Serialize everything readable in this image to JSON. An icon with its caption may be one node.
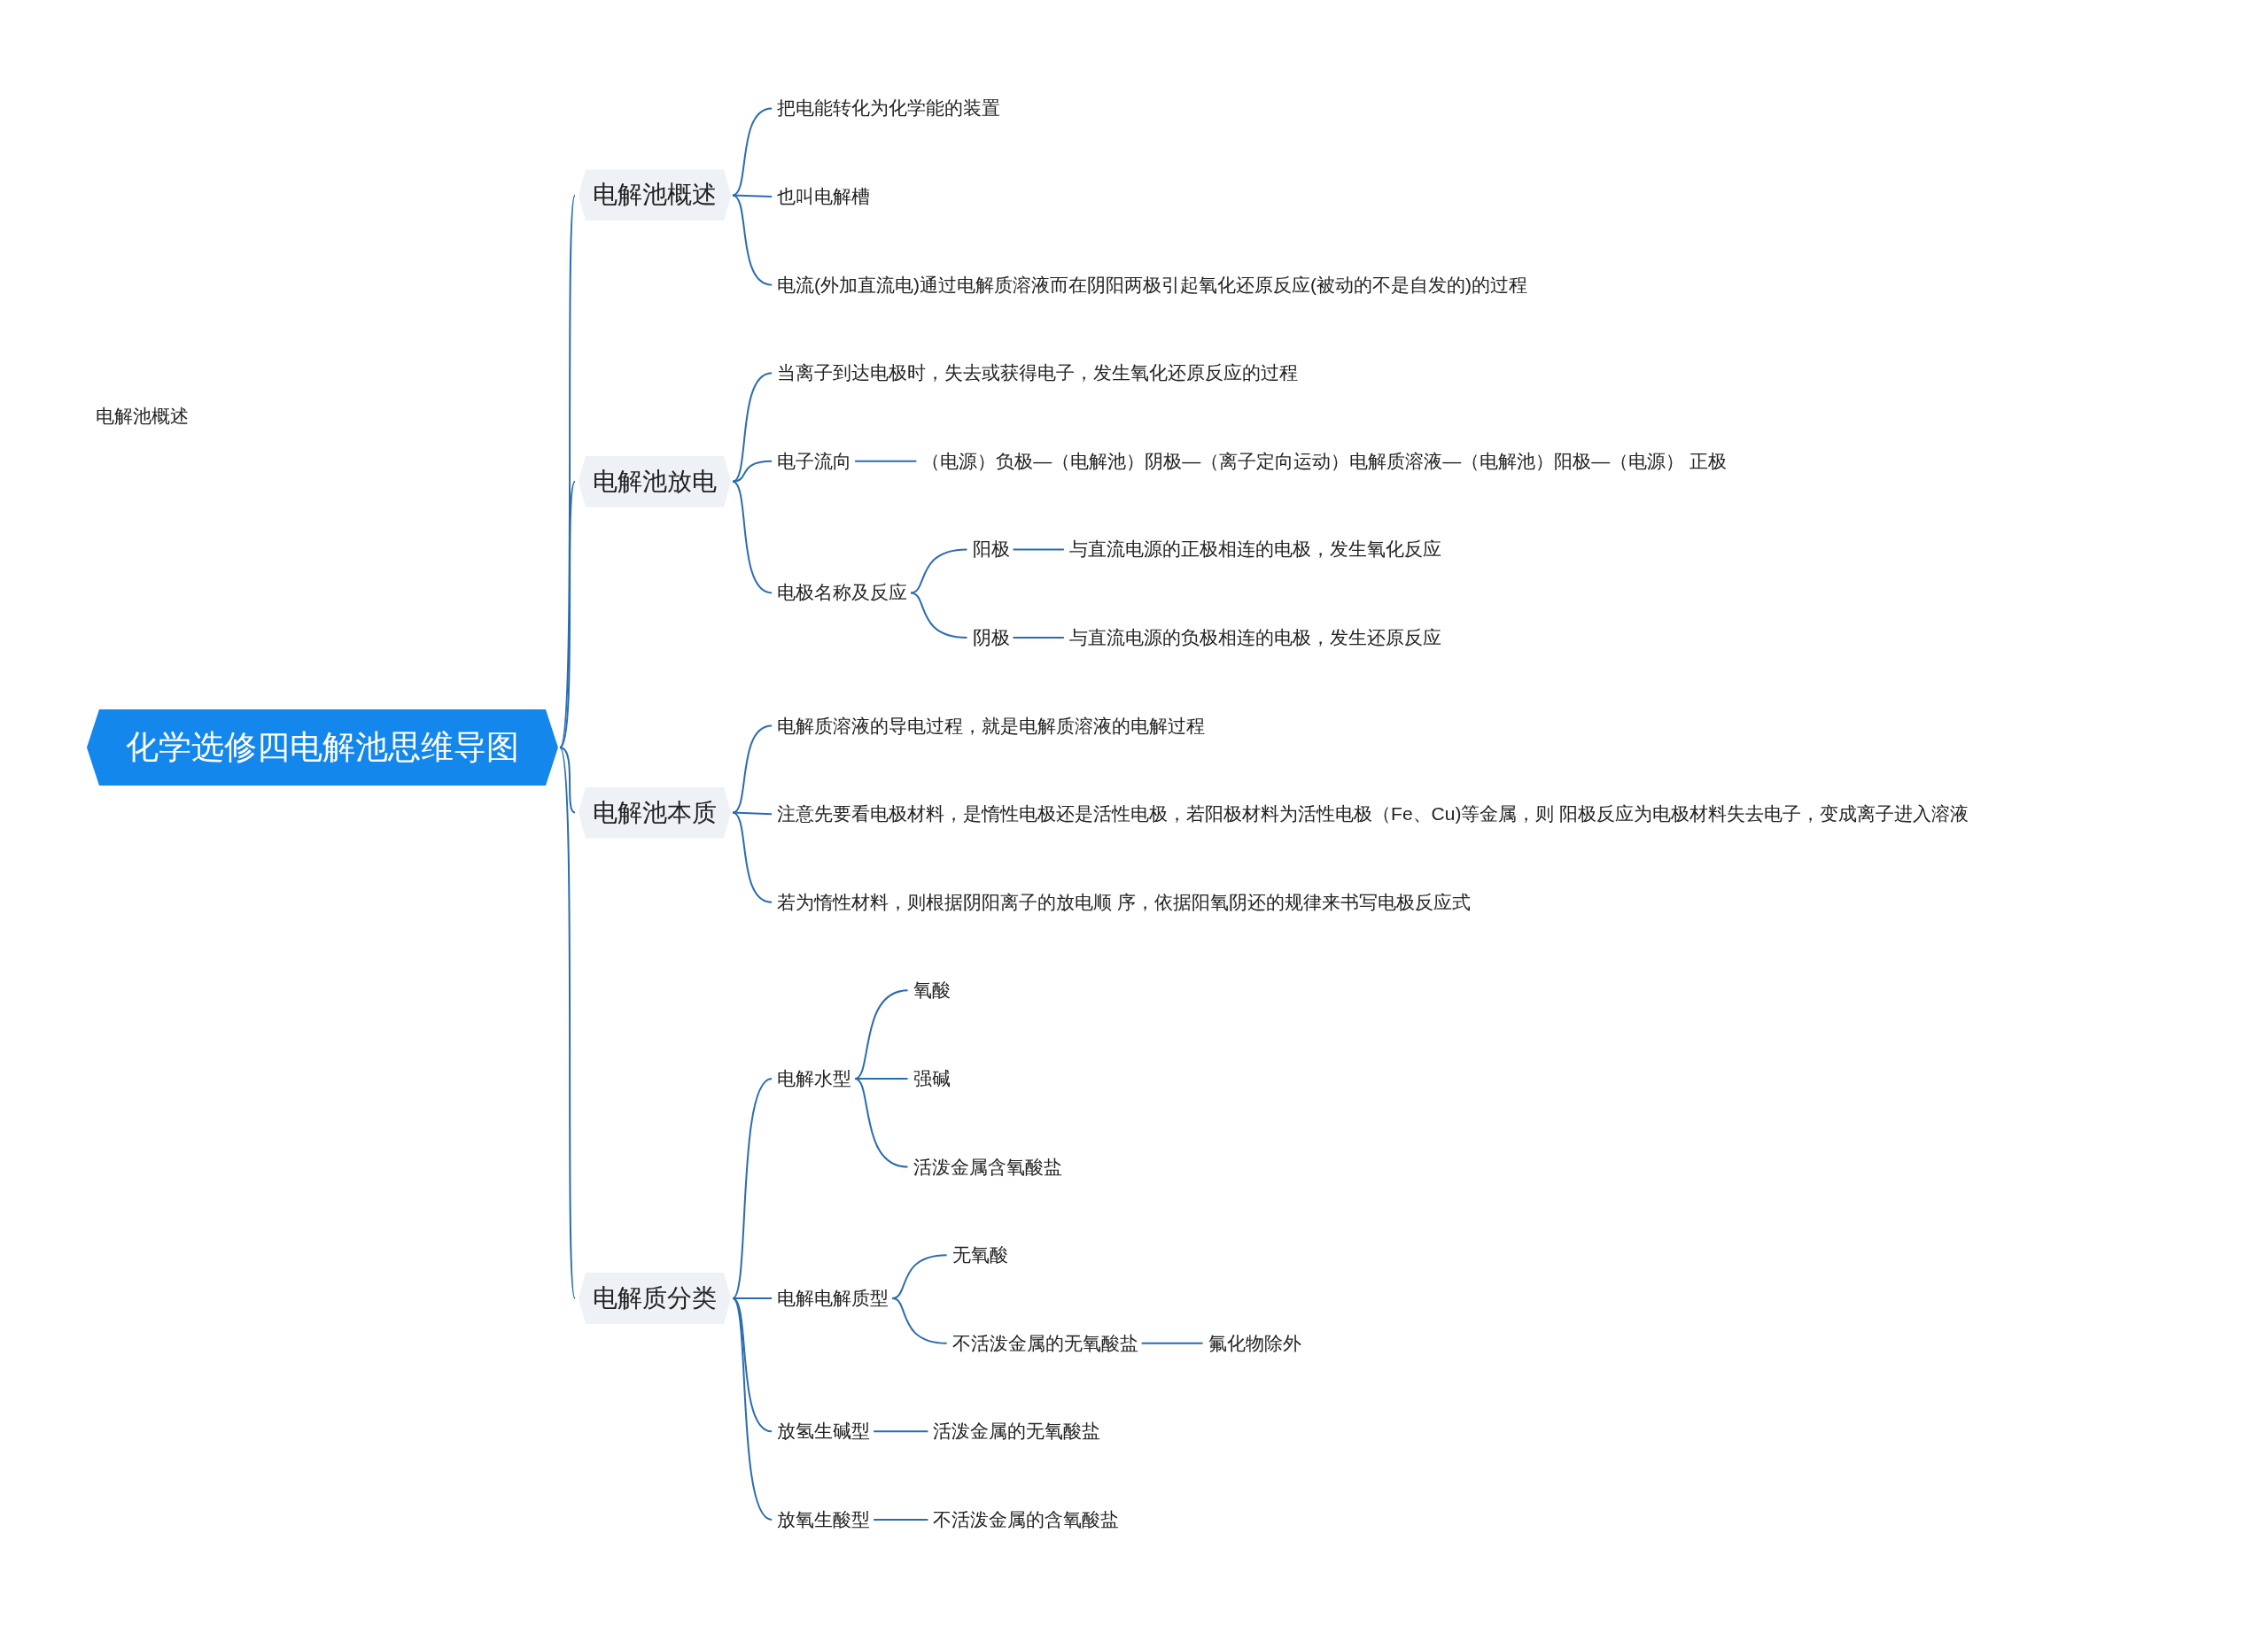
{
  "diagram": {
    "nodes": [
      {
        "text": [
          "化学选修四电解池思维导图"
        ]
      },
      {
        "text": [
          "电解池概述"
        ]
      },
      {
        "text": [
          "把电能转化为化学能的装置"
        ]
      },
      {
        "text": [
          "也叫电解槽"
        ]
      },
      {
        "text": [
          "电流(外加直流电)通过电解质溶液而在阴阳两极引起氧化还原反应(被动的不是自发的)的过程"
        ]
      },
      {
        "text": [
          "电解池放电"
        ]
      },
      {
        "text": [
          "当离子到达电极时，失去或获得电子，发生氧化还原反应的过程"
        ]
      },
      {
        "text": [
          "电子流向"
        ]
      },
      {
        "text": [
          "（电源）负极—（电解池）阴极—（离子定向运动）电解质溶液—（电解池）阳极—（电源） 正极"
        ]
      },
      {
        "text": [
          "电极名称及反应"
        ]
      },
      {
        "text": [
          "阳极"
        ]
      },
      {
        "text": [
          "与直流电源的正极相连的电极，发生氧化反应"
        ]
      },
      {
        "text": [
          "阴极"
        ]
      },
      {
        "text": [
          "与直流电源的负极相连的电极，发生还原反应"
        ]
      },
      {
        "text": [
          "电解池本质"
        ]
      },
      {
        "text": [
          "电解质溶液的导电过程，就是电解质溶液的电解过程"
        ]
      },
      {
        "text": [
          "注意先要看电极材料，是惰性电极还是活性电极，若阳极材料为活性电极（Fe、Cu)等金属，则 阳极反应为电极材料失去电子，变成离子进入溶液"
        ]
      },
      {
        "text": [
          "若为惰性材料，则根据阴阳离子的放电顺 序，依据阳氧阴还的规律来书写电极反应式"
        ]
      },
      {
        "text": [
          "电解质分类"
        ]
      },
      {
        "text": [
          "电解水型"
        ]
      },
      {
        "text": [
          "氧酸"
        ]
      },
      {
        "text": [
          "强碱"
        ]
      },
      {
        "text": [
          "活泼金属含氧酸盐"
        ]
      },
      {
        "text": [
          "电解电解质型"
        ]
      },
      {
        "text": [
          "无氧酸"
        ]
      },
      {
        "text": [
          "不活泼金属的无氧酸盐"
        ]
      },
      {
        "text": [
          "氟化物除外"
        ]
      },
      {
        "text": [
          "放氢生碱型"
        ]
      },
      {
        "text": [
          "活泼金属的无氧酸盐"
        ]
      },
      {
        "text": [
          "放氧生酸型"
        ]
      },
      {
        "text": [
          "不活泼金属的含氧酸盐"
        ]
      }
    ],
    "edges": [
      {
        "from": 0,
        "to": 1,
        "arrow": "none"
      },
      {
        "from": 0,
        "to": 5,
        "arrow": "none"
      },
      {
        "from": 0,
        "to": 14,
        "arrow": "none"
      },
      {
        "from": 0,
        "to": 18,
        "arrow": "none"
      },
      {
        "from": 1,
        "to": 2,
        "arrow": "none"
      },
      {
        "from": 1,
        "to": 3,
        "arrow": "none"
      },
      {
        "from": 1,
        "to": 4,
        "arrow": "none"
      },
      {
        "from": 5,
        "to": 6,
        "arrow": "none"
      },
      {
        "from": 5,
        "to": 7,
        "arrow": "none"
      },
      {
        "from": 5,
        "to": 9,
        "arrow": "none"
      },
      {
        "from": 7,
        "to": 8,
        "arrow": "none"
      },
      {
        "from": 9,
        "to": 10,
        "arrow": "none"
      },
      {
        "from": 9,
        "to": 12,
        "arrow": "none"
      },
      {
        "from": 10,
        "to": 11,
        "arrow": "none"
      },
      {
        "from": 12,
        "to": 13,
        "arrow": "none"
      },
      {
        "from": 14,
        "to": 15,
        "arrow": "none"
      },
      {
        "from": 14,
        "to": 16,
        "arrow": "none"
      },
      {
        "from": 14,
        "to": 17,
        "arrow": "none"
      },
      {
        "from": 18,
        "to": 19,
        "arrow": "none"
      },
      {
        "from": 18,
        "to": 23,
        "arrow": "none"
      },
      {
        "from": 18,
        "to": 27,
        "arrow": "none"
      },
      {
        "from": 18,
        "to": 29,
        "arrow": "none"
      },
      {
        "from": 19,
        "to": 20,
        "arrow": "none"
      },
      {
        "from": 19,
        "to": 21,
        "arrow": "none"
      },
      {
        "from": 19,
        "to": 22,
        "arrow": "none"
      },
      {
        "from": 23,
        "to": 24,
        "arrow": "none"
      },
      {
        "from": 23,
        "to": 25,
        "arrow": "none"
      },
      {
        "from": 25,
        "to": 26,
        "arrow": "none"
      },
      {
        "from": 27,
        "to": 28,
        "arrow": "none"
      },
      {
        "from": 29,
        "to": 30,
        "arrow": "none"
      }
    ],
    "labels": [
      "电解池概述"
    ]
  }
}
